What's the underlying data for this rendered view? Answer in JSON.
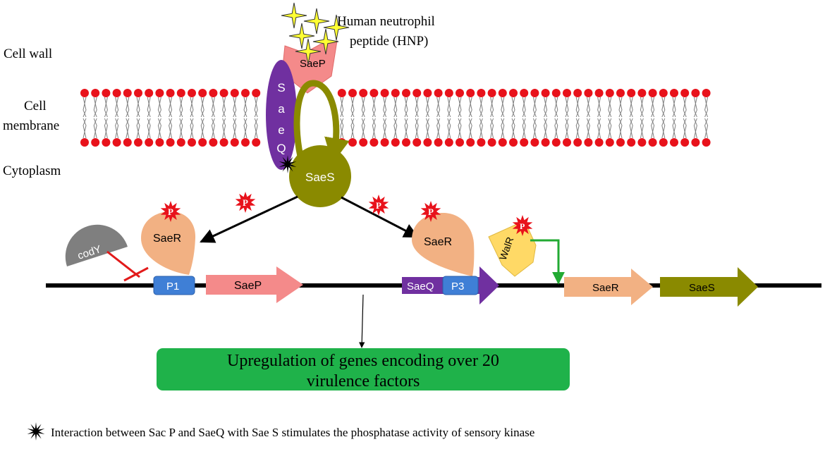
{
  "regions": {
    "cell_wall": "Cell wall",
    "cell_membrane_line1": "Cell",
    "cell_membrane_line2": "membrane",
    "cytoplasm": "Cytoplasm"
  },
  "hnp": {
    "line1": "Human neutrophil",
    "line2": "peptide (HNP)"
  },
  "proteins": {
    "saep": "SaeP",
    "saeq_letters": [
      "S",
      "a",
      "e",
      "Q"
    ],
    "saes": "SaeS",
    "saer": "SaeR",
    "cody": "codY",
    "walr": "WalR",
    "phospho": "P"
  },
  "dna": {
    "p1": "P1",
    "p3": "P3",
    "gene_saep": "SaeP",
    "gene_saeq": "SaeQ",
    "gene_saer": "SaeR",
    "gene_saes": "SaeS"
  },
  "outcome": {
    "line1": "Upregulation of genes encoding over 20",
    "line2": "virulence factors"
  },
  "footnote": "Interaction between Sac P and SaeQ with Sae S stimulates the phosphatase activity of sensory kinase",
  "colors": {
    "lipid_head": "#e8121b",
    "star": "#ffff33",
    "saep": "#f48a8a",
    "saeq": "#7030a0",
    "saes": "#8a8a00",
    "saer": "#f2b183",
    "cody": "#7f7f7f",
    "walr": "#ffd966",
    "promoter": "#3f7fd6",
    "outcome_box": "#1fb24a",
    "inhibit": "#e21a1a",
    "activate": "#22aa33"
  }
}
